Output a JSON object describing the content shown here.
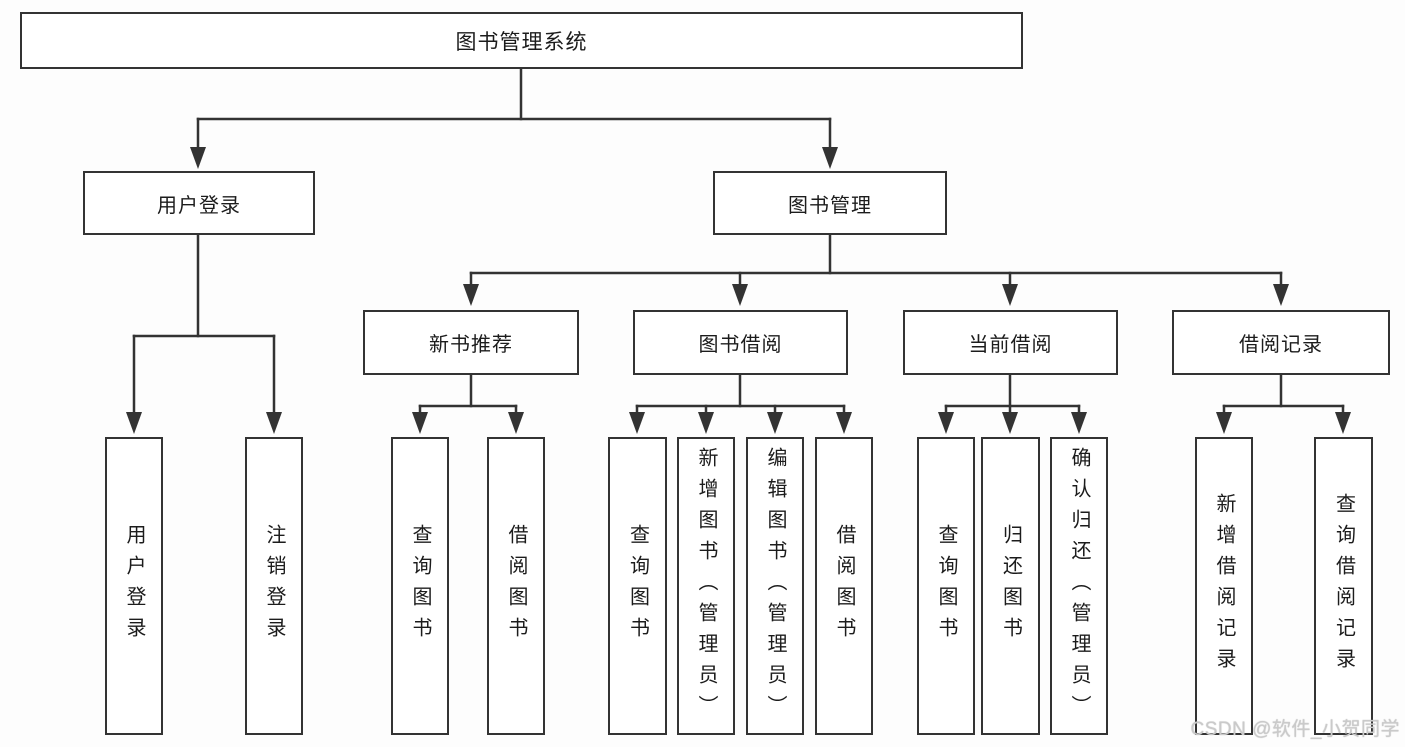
{
  "tree": {
    "root": {
      "label": "图书管理系统",
      "children": [
        {
          "label": "用户登录",
          "children": [
            {
              "label": "用户登录"
            },
            {
              "label": "注销登录"
            }
          ]
        },
        {
          "label": "图书管理",
          "children": [
            {
              "label": "新书推荐",
              "children": [
                {
                  "label": "查询图书"
                },
                {
                  "label": "借阅图书"
                }
              ]
            },
            {
              "label": "图书借阅",
              "children": [
                {
                  "label": "查询图书"
                },
                {
                  "label": "新增图书（管理员）"
                },
                {
                  "label": "编辑图书（管理员）"
                },
                {
                  "label": "借阅图书"
                }
              ]
            },
            {
              "label": "当前借阅",
              "children": [
                {
                  "label": "查询图书"
                },
                {
                  "label": "归还图书"
                },
                {
                  "label": "确认归还（管理员）"
                }
              ]
            },
            {
              "label": "借阅记录",
              "children": [
                {
                  "label": "新增借阅记录"
                },
                {
                  "label": "查询借阅记录"
                }
              ]
            }
          ]
        }
      ]
    }
  },
  "watermark": {
    "text": "CSDN @软件_小贺同学"
  },
  "colors": {
    "line": "#333333",
    "box_border": "#333333",
    "box_fill": "#ffffff",
    "text": "#1c1c1c",
    "background": "#fdfdfd",
    "watermark": "#cacaca"
  }
}
